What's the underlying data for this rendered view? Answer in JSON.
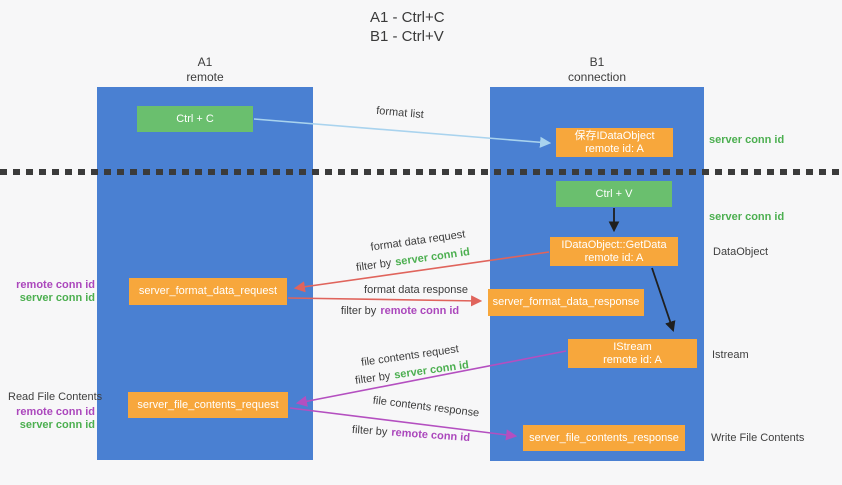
{
  "title": {
    "line1": "A1 - Ctrl+C",
    "line2": "B1 - Ctrl+V"
  },
  "lanes": {
    "a1": {
      "id": "A1",
      "subtitle": "remote"
    },
    "b1": {
      "id": "B1",
      "subtitle": "connection"
    }
  },
  "nodes": {
    "ctrl_c": "Ctrl + C",
    "ctrl_v": "Ctrl + V",
    "save_dataobject": {
      "line1": "保存IDataObject",
      "line2": "remote id: A"
    },
    "getdata": {
      "line1": "IDataObject::GetData",
      "line2": "remote id: A"
    },
    "istream": {
      "line1": "IStream",
      "line2": "remote id: A"
    },
    "format_request": "server_format_data_request",
    "format_response": "server_format_data_response",
    "file_request": "server_file_contents_request",
    "file_response": "server_file_contents_response"
  },
  "edge_labels": {
    "format_list": "format list",
    "format_data_request": "format data request",
    "format_data_response": "format data response",
    "file_contents_request": "file contents request",
    "file_contents_response": "file contents response"
  },
  "strings": {
    "filter_by": "filter by",
    "server_conn_id": "server conn id",
    "remote_conn_id": "remote conn id"
  },
  "side_labels": {
    "server_conn_id_top": "server conn id",
    "server_conn_id_mid": "server conn id",
    "dataobject": "DataObject",
    "istream": "Istream",
    "read_file_contents": "Read File Contents",
    "write_file_contents": "Write File Contents"
  },
  "colors": {
    "lane_blue": "#4a80d2",
    "green_box": "#6abf6e",
    "orange_box": "#f7a73c",
    "arrow_blue": "#a9d3ee",
    "arrow_red": "#e0645c",
    "arrow_purple": "#b44fc0",
    "arrow_black": "#1f1f1f",
    "green_text": "#4caf50",
    "purple_text": "#ab47bc",
    "dark_text": "#3c3c3c",
    "background": "#f7f7f8"
  }
}
